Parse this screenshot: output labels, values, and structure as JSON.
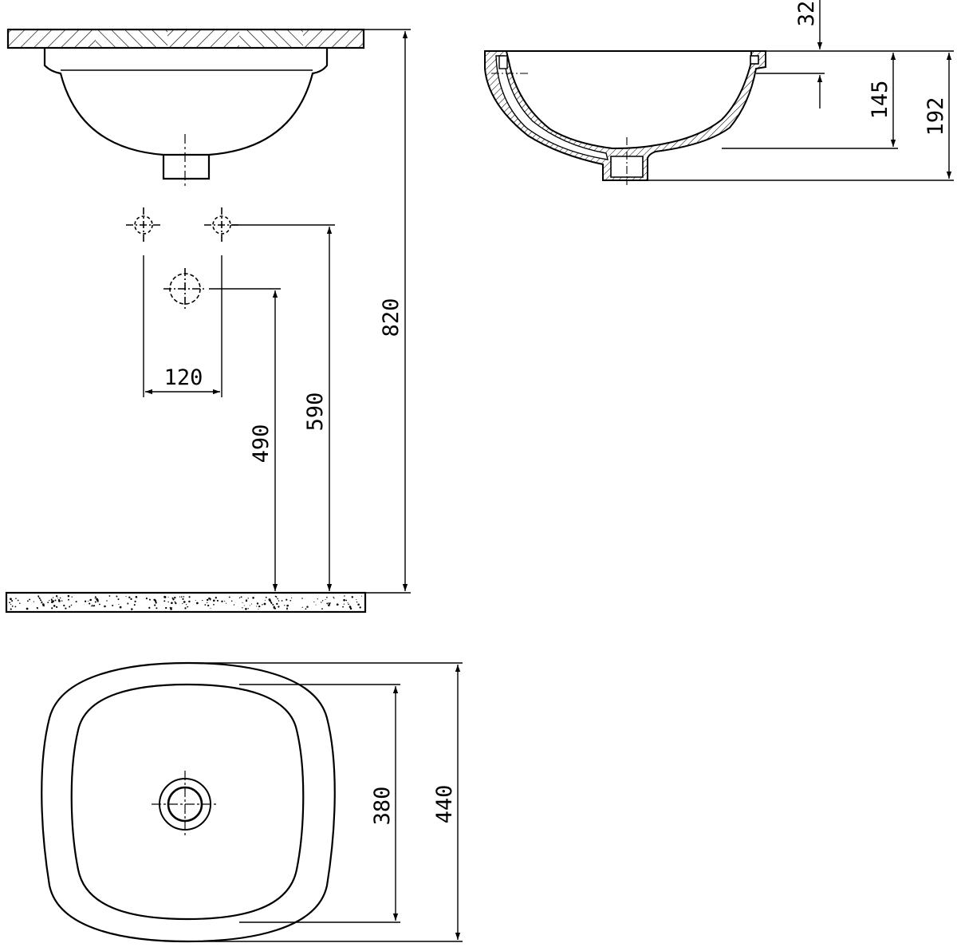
{
  "dimensions": {
    "overall_height": "820",
    "waste_height": "490",
    "tap_height": "590",
    "tap_spacing": "120",
    "rim_thickness": "32",
    "bowl_depth": "145",
    "total_depth": "192",
    "inner_width": "380",
    "outer_width": "440"
  },
  "colors": {
    "line": "#000000",
    "background": "#ffffff"
  }
}
